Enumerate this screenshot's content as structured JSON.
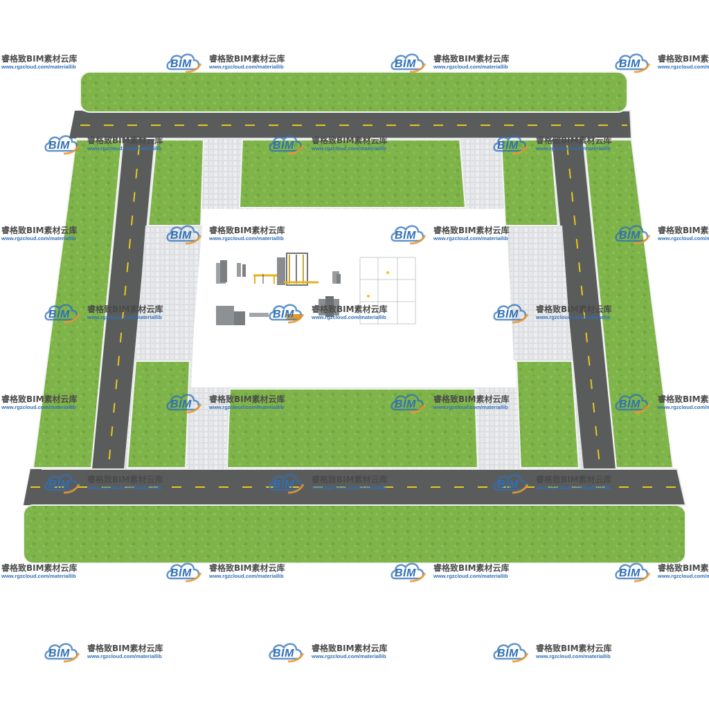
{
  "watermark": {
    "logo_text": "BIM",
    "brand_text": "睿格致BIM素材云库",
    "url_text": "www.rgzcloud.com/materiallib"
  },
  "colors": {
    "grass": "#7fb44a",
    "grass_dark": "#5f9434",
    "road": "#5a5c5c",
    "road_edge": "#e9e9e9",
    "lane_mark": "#e8c81c",
    "paving": "#d9dbde",
    "plaza": "#ffffff",
    "logo_blue": "#2f6fb5",
    "logo_orange": "#f0962d"
  }
}
